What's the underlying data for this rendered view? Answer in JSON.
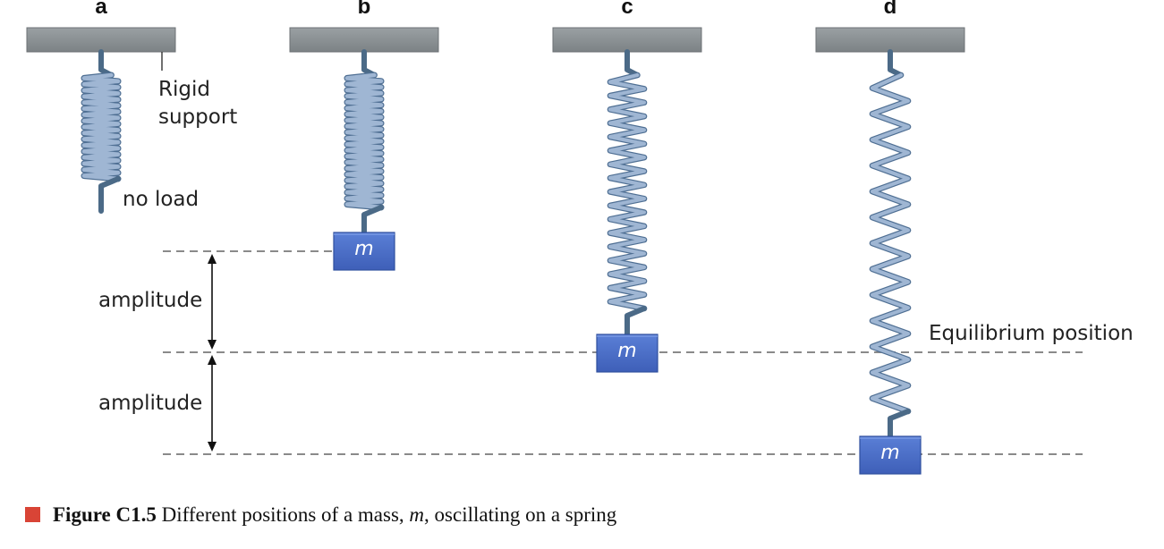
{
  "colors": {
    "support": "#8b9194",
    "spring": "#9fb6d3",
    "spring_dark": "#4f6f93",
    "rod": "#4b6a87",
    "mass": "#4a6dc8",
    "guide": "#8a8a8a",
    "caption_square": "#d94436"
  },
  "panels": [
    {
      "letter": "a"
    },
    {
      "letter": "b"
    },
    {
      "letter": "c"
    },
    {
      "letter": "d"
    }
  ],
  "labels": {
    "rigid_support": [
      "Rigid",
      "support"
    ],
    "no_load": "no load",
    "amplitude_upper": "amplitude",
    "amplitude_lower": "amplitude",
    "equilibrium": "Equilibrium position"
  },
  "mass_symbol": "m",
  "caption": {
    "figure_number": "Figure C1.5",
    "text_before": " Different positions of a mass, ",
    "symbol": "m",
    "text_after": ", oscillating on a spring"
  }
}
